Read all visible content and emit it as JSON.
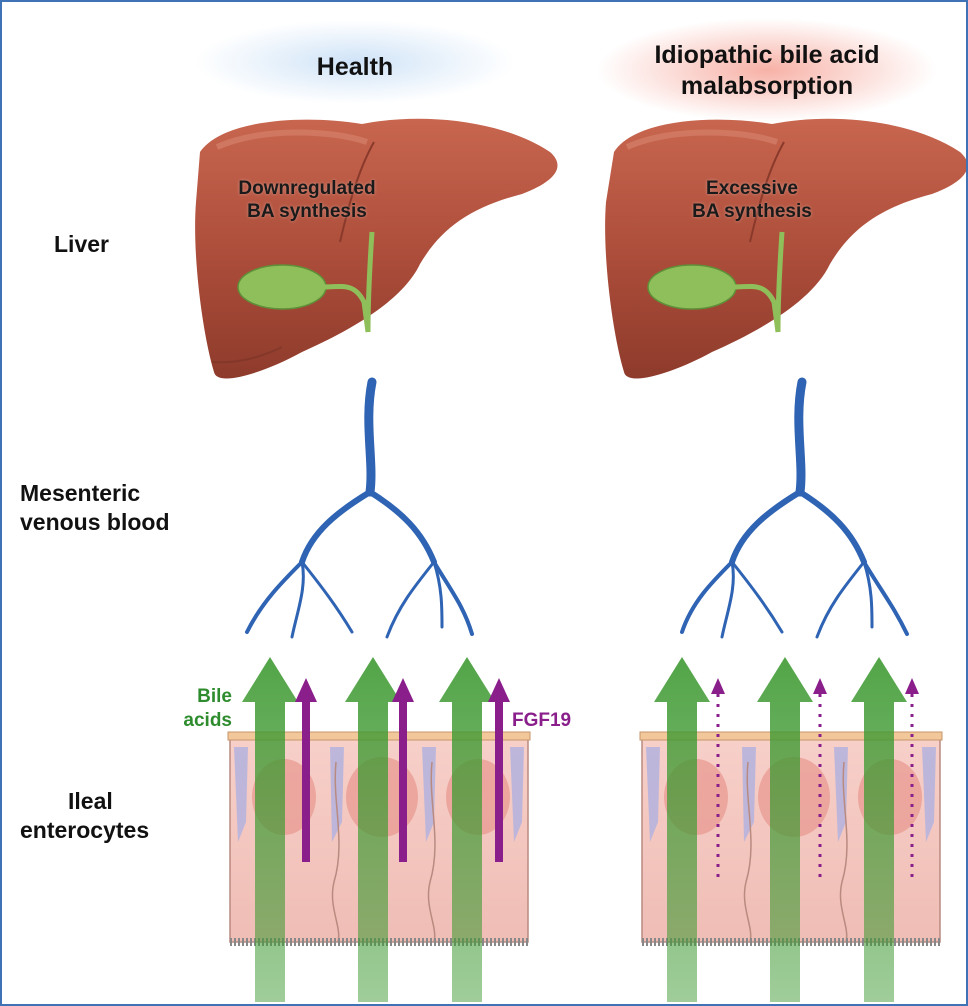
{
  "panels": {
    "health_title": "Health",
    "ibam_title_line1": "Idiopathic bile acid",
    "ibam_title_line2": "malabsorption"
  },
  "row_labels": {
    "liver": "Liver",
    "blood_line1": "Mesenteric",
    "blood_line2": "venous blood",
    "ileal_line1": "Ileal",
    "ileal_line2": "enterocytes"
  },
  "liver_labels": {
    "health_line1": "Downregulated",
    "health_line2": "BA synthesis",
    "ibam_line1": "Excessive",
    "ibam_line2": "BA synthesis"
  },
  "arrow_labels": {
    "bile_line1": "Bile",
    "bile_line2": "acids",
    "fgf19": "FGF19"
  },
  "colors": {
    "frame": "#3f73b5",
    "liver": "#b2523e",
    "gallbladder": "#8fbf5a",
    "vein": "#2f63b3",
    "bile_arrow": "#3f9a33",
    "fgf19_arrow": "#8a1f8c",
    "enterocyte": "#f3c3bd",
    "health_glow": "#cfe3f7",
    "ibam_glow": "#f7b1a6"
  }
}
